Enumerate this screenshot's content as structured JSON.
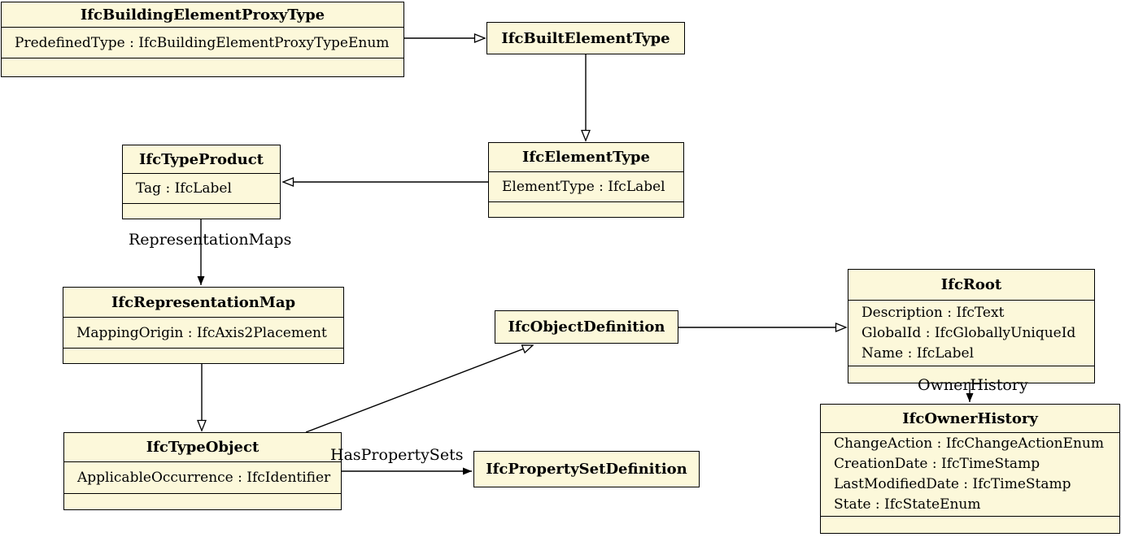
{
  "colors": {
    "background": "#ffffff",
    "box_fill": "#fcf8da",
    "border": "#000000",
    "text": "#000000"
  },
  "classes": {
    "building_element_proxy_type": {
      "title": "IfcBuildingElementProxyType",
      "attributes": [
        "PredefinedType : IfcBuildingElementProxyTypeEnum"
      ]
    },
    "built_element_type": {
      "title": "IfcBuiltElementType",
      "attributes": []
    },
    "element_type": {
      "title": "IfcElementType",
      "attributes": [
        "ElementType : IfcLabel"
      ]
    },
    "type_product": {
      "title": "IfcTypeProduct",
      "attributes": [
        "Tag : IfcLabel"
      ]
    },
    "representation_map": {
      "title": "IfcRepresentationMap",
      "attributes": [
        "MappingOrigin : IfcAxis2Placement"
      ]
    },
    "type_object": {
      "title": "IfcTypeObject",
      "attributes": [
        "ApplicableOccurrence : IfcIdentifier"
      ]
    },
    "object_definition": {
      "title": "IfcObjectDefinition",
      "attributes": []
    },
    "root": {
      "title": "IfcRoot",
      "attributes": [
        "Description : IfcText",
        "GlobalId : IfcGloballyUniqueId",
        "Name : IfcLabel"
      ]
    },
    "owner_history": {
      "title": "IfcOwnerHistory",
      "attributes": [
        "ChangeAction : IfcChangeActionEnum",
        "CreationDate : IfcTimeStamp",
        "LastModifiedDate : IfcTimeStamp",
        "State : IfcStateEnum"
      ]
    },
    "property_set_definition": {
      "title": "IfcPropertySetDefinition",
      "attributes": []
    }
  },
  "edge_labels": {
    "representation_maps": "RepresentationMaps",
    "owner_history": "OwnerHistory",
    "has_property_sets": "HasPropertySets"
  }
}
